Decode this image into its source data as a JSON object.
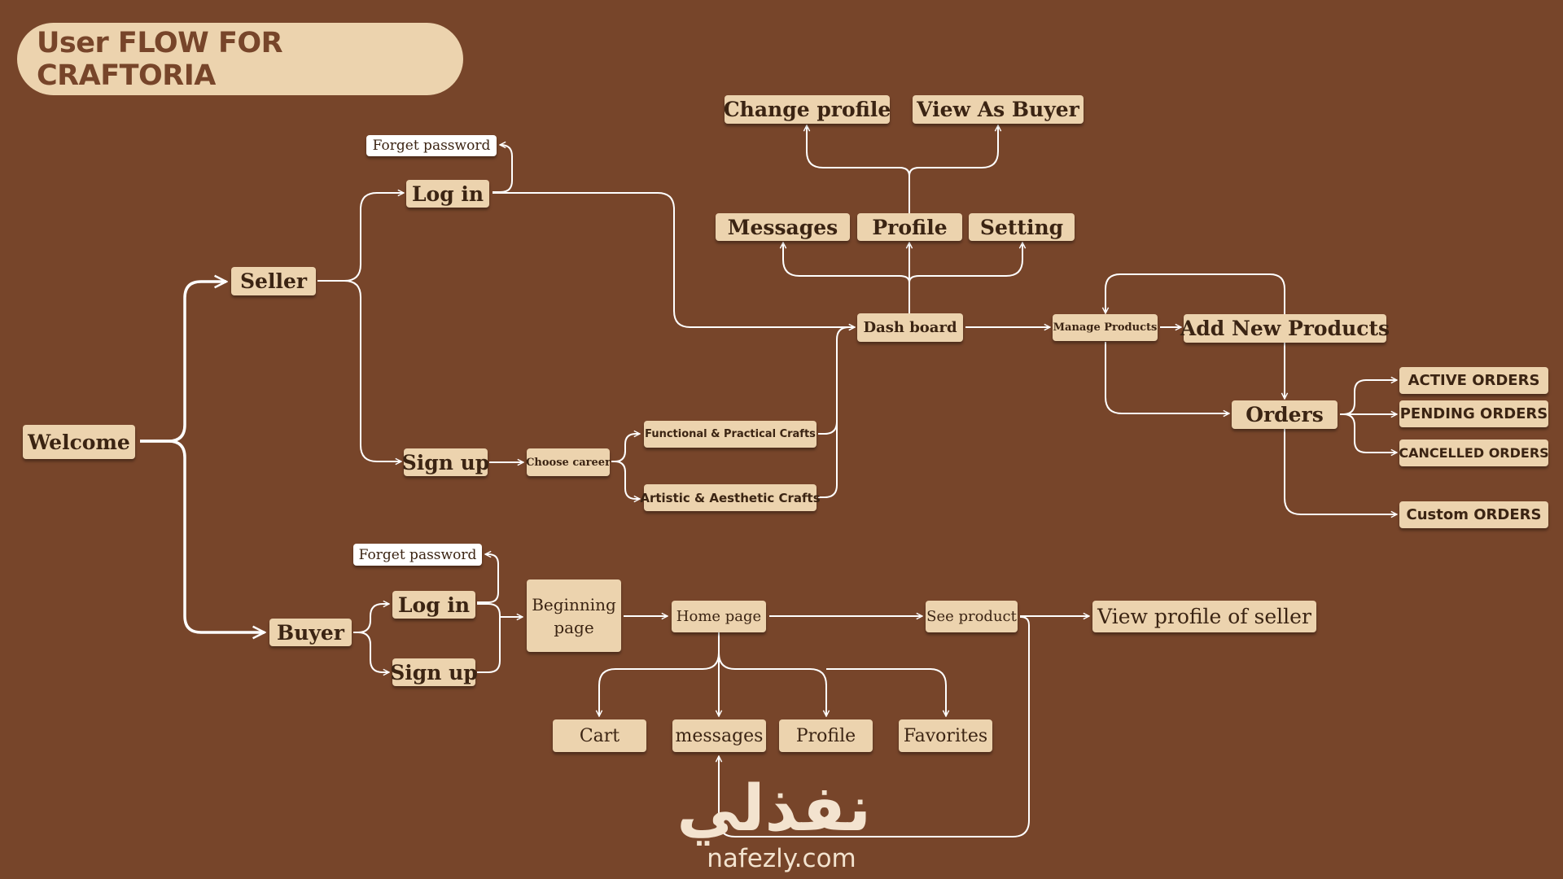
{
  "title": "User FLOW FOR CRAFTORIA",
  "nodes": {
    "welcome": "Welcome",
    "seller": "Seller",
    "buyer": "Buyer",
    "seller_login": "Log in",
    "seller_forget": "Forget password",
    "seller_signup": "Sign up",
    "choose_career": "Choose career",
    "functional_crafts": "Functional & Practical Crafts",
    "artistic_crafts": "Artistic & Aesthetic Crafts",
    "dashboard": "Dash board",
    "messages": "Messages",
    "profile": "Profile",
    "setting": "Setting",
    "change_profile": "Change profile",
    "view_as_buyer": "View As Buyer",
    "manage_products": "Manage Products",
    "add_new_products": "Add New Products",
    "orders": "Orders",
    "active_orders": "ACTIVE ORDERS",
    "pending_orders": "PENDING ORDERS",
    "cancelled_orders": "CANCELLED ORDERS",
    "custom_orders": "Custom ORDERS",
    "buyer_forget": "Forget password",
    "buyer_login": "Log in",
    "buyer_signup": "Sign up",
    "beginning_page": "Beginning page",
    "home_page": "Home page",
    "see_product": "See product",
    "view_profile_seller": "View profile of seller",
    "cart": "Cart",
    "buyer_messages": "messages",
    "buyer_profile": "Profile",
    "favorites": "Favorites"
  },
  "watermark": {
    "arabic": "نفذلي",
    "latin": "nafezly.com"
  },
  "colors": {
    "background": "#77452a",
    "node": "#ecd3ae",
    "node_alt": "#ffffff",
    "text": "#3b2413",
    "connector": "#ffffff"
  }
}
